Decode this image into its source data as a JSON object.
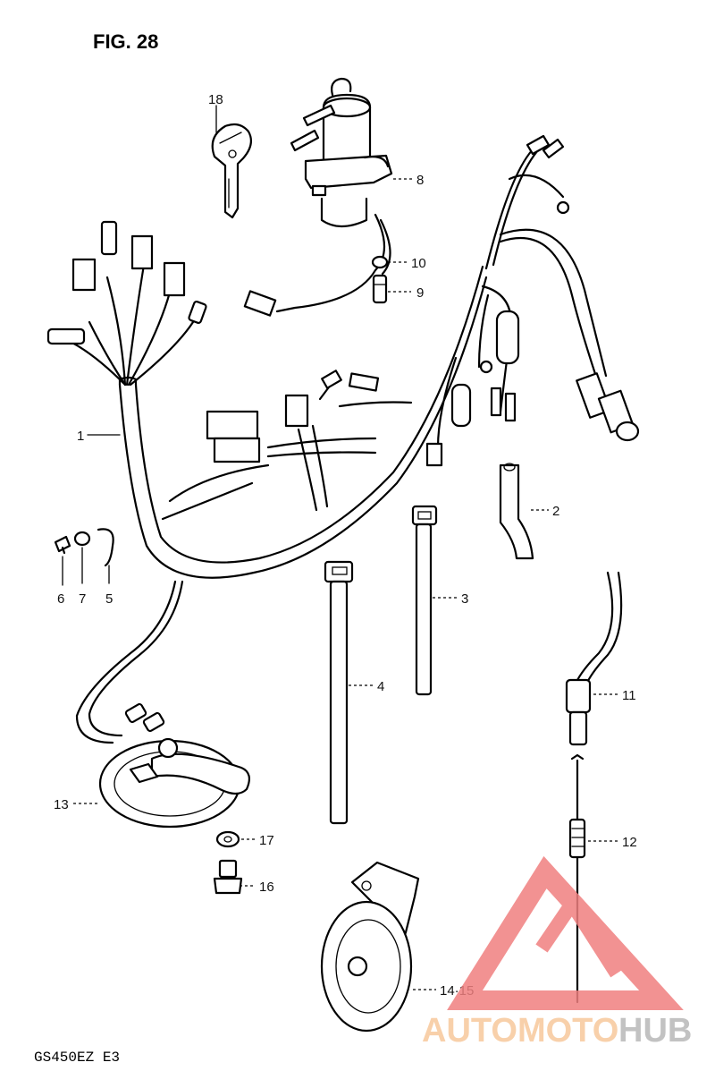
{
  "figure_title": "FIG. 28",
  "model_code": "GS450EZ E3",
  "watermark": {
    "text_part1": "AUTOMOTO",
    "text_part2": "HUB",
    "color_triangle": "#f08080",
    "color_part1": "#f7c89c",
    "color_part2": "#b8b8b8"
  },
  "part_labels": {
    "p1": "1",
    "p2": "2",
    "p3": "3",
    "p4": "4",
    "p5": "5",
    "p6": "6",
    "p7": "7",
    "p8": "8",
    "p9": "9",
    "p10": "10",
    "p11": "11",
    "p12": "12",
    "p13": "13",
    "p14_15": "14·15",
    "p16": "16",
    "p17": "17",
    "p18": "18"
  }
}
